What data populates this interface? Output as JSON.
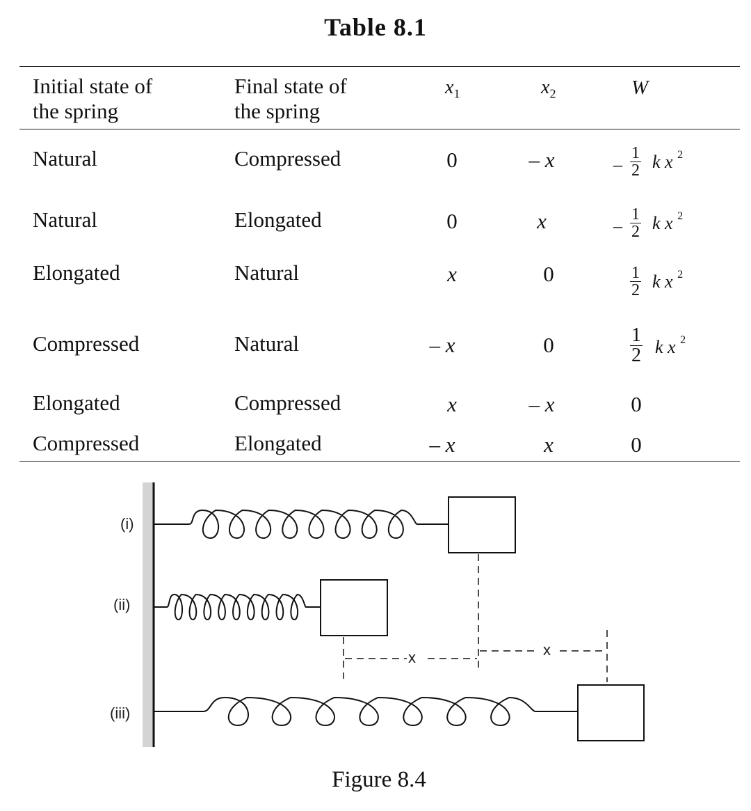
{
  "table": {
    "title": "Table 8.1",
    "headers": {
      "initial_line1": "Initial state of",
      "initial_line2": "the spring",
      "final_line1": "Final state of",
      "final_line2": "the spring",
      "x1_base": "x",
      "x1_sub": "1",
      "x2_base": "x",
      "x2_sub": "2",
      "w": "W"
    },
    "rows": [
      {
        "initial": "Natural",
        "final": "Compressed",
        "x1": "0",
        "x2": "– x",
        "w_sign": "–",
        "w_num": "1",
        "w_den": "2",
        "w_term": "k x",
        "w_exp": "2"
      },
      {
        "initial": "Natural",
        "final": "Elongated",
        "x1": "0",
        "x2": "x",
        "w_sign": "–",
        "w_num": "1",
        "w_den": "2",
        "w_term": "k x",
        "w_exp": "2"
      },
      {
        "initial": "Elongated",
        "final": "Natural",
        "x1": "x",
        "x2": "0",
        "w_sign": "",
        "w_num": "1",
        "w_den": "2",
        "w_term": "k x",
        "w_exp": "2"
      },
      {
        "initial": "Compressed",
        "final": "Natural",
        "x1": "– x",
        "x2": "0",
        "w_sign": "",
        "w_num": "1",
        "w_den": "2",
        "w_term": "k x",
        "w_exp": "2"
      },
      {
        "initial": "Elongated",
        "final": "Compressed",
        "x1": "x",
        "x2": "– x",
        "w_value": "0"
      },
      {
        "initial": "Compressed",
        "final": "Elongated",
        "x1": "– x",
        "x2": "x",
        "w_value": "0"
      }
    ]
  },
  "figure": {
    "caption": "Figure 8.4",
    "labels": [
      "(i)",
      "(ii)",
      "(iii)"
    ],
    "displacement_label_1": "x",
    "displacement_label_2": "x"
  }
}
